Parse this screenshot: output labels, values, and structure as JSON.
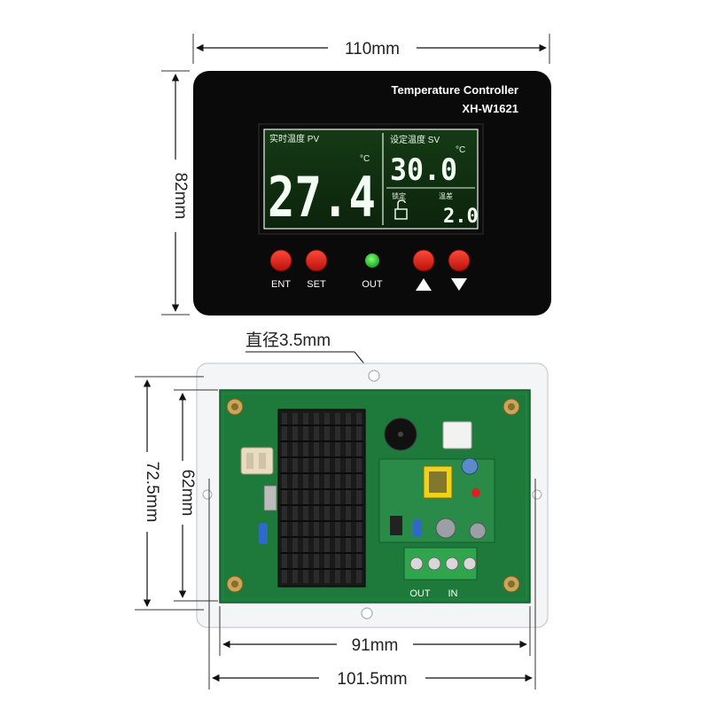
{
  "dimensions": {
    "top_width": "110mm",
    "top_height": "82mm",
    "hole_diameter": "直径3.5mm",
    "bottom_outer_height": "72.5mm",
    "bottom_inner_height": "62mm",
    "pcb_width": "91mm",
    "plate_width": "101.5mm"
  },
  "front_panel": {
    "title": "Temperature Controller",
    "model": "XH-W1621",
    "lcd": {
      "pv_label": "实时温度 PV",
      "pv_value": "27.4",
      "pv_unit": "°C",
      "sv_label": "设定温度 SV",
      "sv_value": "30.0",
      "sv_unit": "°C",
      "lock_label": "锁定",
      "diff_label": "温差",
      "diff_value": "2.0"
    },
    "buttons": [
      {
        "label": "ENT",
        "color": "#e8160c"
      },
      {
        "label": "SET",
        "color": "#e8160c"
      },
      {
        "label": "OUT",
        "color": "#22c22a"
      },
      {
        "label": "▲",
        "color": "#e8160c"
      },
      {
        "label": "▼",
        "color": "#e8160c"
      }
    ]
  },
  "pcb": {
    "terminal_labels": [
      "OUT",
      "IN"
    ]
  },
  "colors": {
    "panel": "#0a0a0a",
    "lcd_bg": "#0f2a0f",
    "pcb": "#1d7a3a",
    "heatsink": "#1a1a1a"
  }
}
